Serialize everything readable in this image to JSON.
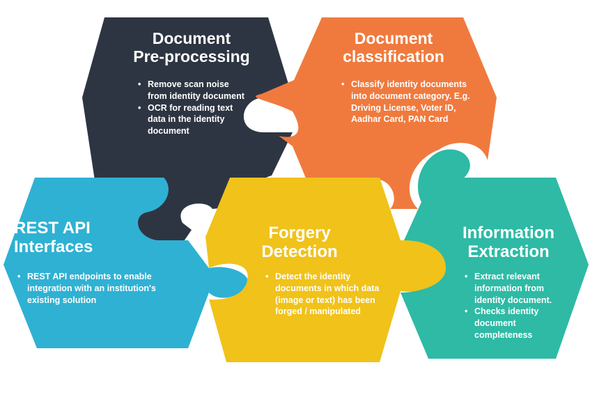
{
  "colors": {
    "preprocessing": "#2e3542",
    "classification": "#f07a3e",
    "rest_api": "#2fb1d3",
    "forgery": "#f0c21a",
    "extraction": "#2ebaa5",
    "text": "#ffffff"
  },
  "pieces": {
    "preprocessing": {
      "title_lines": [
        "Document",
        "Pre-processing"
      ],
      "bullets": [
        "Remove scan noise from identity document",
        "OCR for reading text data in the identity document"
      ]
    },
    "classification": {
      "title_lines": [
        "Document",
        "classification"
      ],
      "bullets": [
        "Classify identity documents into document category. E.g. Driving License, Voter ID, Aadhar Card, PAN Card"
      ]
    },
    "rest_api": {
      "title_lines": [
        "REST API",
        "Interfaces"
      ],
      "bullets": [
        "REST API endpoints to enable integration with an institution's existing solution"
      ]
    },
    "forgery": {
      "title_lines": [
        "Forgery",
        "Detection"
      ],
      "bullets": [
        "Detect the identity documents in which data (image or text) has been forged / manipulated"
      ]
    },
    "extraction": {
      "title_lines": [
        "Information",
        "Extraction"
      ],
      "bullets": [
        "Extract relevant information from identity document.",
        "Checks identity document completeness"
      ]
    }
  }
}
